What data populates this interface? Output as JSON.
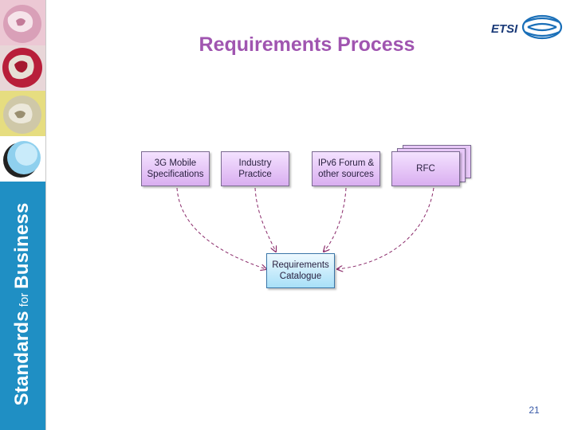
{
  "title": "Requirements Process",
  "logo": {
    "text": "ETSI"
  },
  "sidebar": {
    "word1": "Standards",
    "word2": "for",
    "word3": "Business"
  },
  "diagram": {
    "sources": [
      {
        "label": "3G Mobile\nSpecifications"
      },
      {
        "label": "Industry\nPractice"
      },
      {
        "label": "IPv6 Forum &\nother sources"
      },
      {
        "label": "RFC"
      }
    ],
    "target": {
      "label": "Requirements\nCatalogue"
    }
  },
  "page_number": "21",
  "colors": {
    "title": "#a055b0",
    "sidebar": "#1f8fc4",
    "source_fill": "#e3c0f5",
    "target_fill": "#b8e6fa",
    "arrow": "#8a2a6a"
  }
}
